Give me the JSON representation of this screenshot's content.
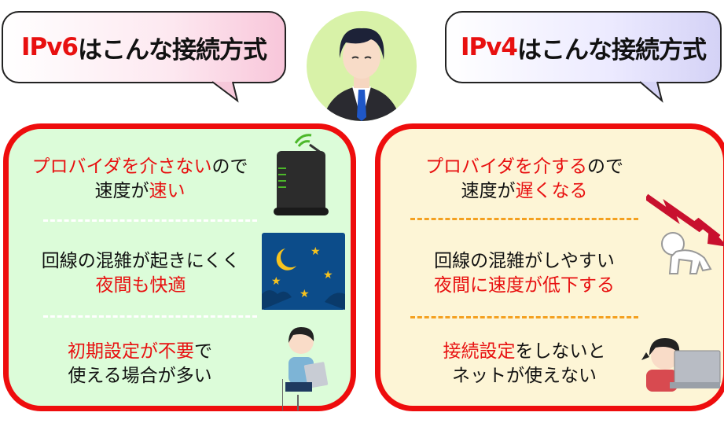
{
  "ipv6": {
    "title": {
      "accent": "IPv6",
      "rest": "はこんな接続方式"
    },
    "rows": [
      {
        "line1": [
          {
            "t": "プロバイダを介さない",
            "c": "red"
          },
          {
            "t": "ので",
            "c": "blk"
          }
        ],
        "line2": [
          {
            "t": "速度が",
            "c": "blk"
          },
          {
            "t": "速い",
            "c": "red"
          }
        ],
        "icon": "router-icon"
      },
      {
        "line1": [
          {
            "t": "回線の混雑が起きにくく",
            "c": "blk"
          }
        ],
        "line2": [
          {
            "t": "夜間も快適",
            "c": "red"
          }
        ],
        "icon": "night-sky-icon"
      },
      {
        "line1": [
          {
            "t": "初期設定が不要",
            "c": "red"
          },
          {
            "t": "で",
            "c": "blk"
          }
        ],
        "line2": [
          {
            "t": "使える場合が多い",
            "c": "blk"
          }
        ],
        "icon": "woman-tablet-icon"
      }
    ]
  },
  "ipv4": {
    "title": {
      "accent": "IPv4",
      "rest": "はこんな接続方式"
    },
    "rows": [
      {
        "line1": [
          {
            "t": "プロバイダを介する",
            "c": "red"
          },
          {
            "t": "ので",
            "c": "blk"
          }
        ],
        "line2": [
          {
            "t": "速度が",
            "c": "blk"
          },
          {
            "t": "遅くなる",
            "c": "red"
          }
        ],
        "icon": "down-arrow-icon"
      },
      {
        "line1": [
          {
            "t": "回線の混雑がしやすい",
            "c": "blk"
          }
        ],
        "line2": [
          {
            "t": "夜間に速度が低下する",
            "c": "red"
          }
        ],
        "icon": "kneeling-person-icon"
      },
      {
        "line1": [
          {
            "t": "接続設定",
            "c": "red"
          },
          {
            "t": "をしないと",
            "c": "blk"
          }
        ],
        "line2": [
          {
            "t": "ネットが使えない",
            "c": "blk"
          }
        ],
        "icon": "frustrated-woman-laptop-icon"
      }
    ]
  },
  "colors": {
    "accent": "#e81010",
    "border": "#ee0d0d",
    "ipv6_bg": "#dcfcd9",
    "ipv4_bg": "#fdf5d6"
  }
}
